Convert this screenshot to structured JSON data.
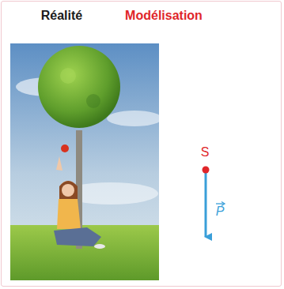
{
  "diagram": {
    "labels": [
      "Réalité",
      "Modélisation",
      "S",
      "P"
    ]
  }
}
